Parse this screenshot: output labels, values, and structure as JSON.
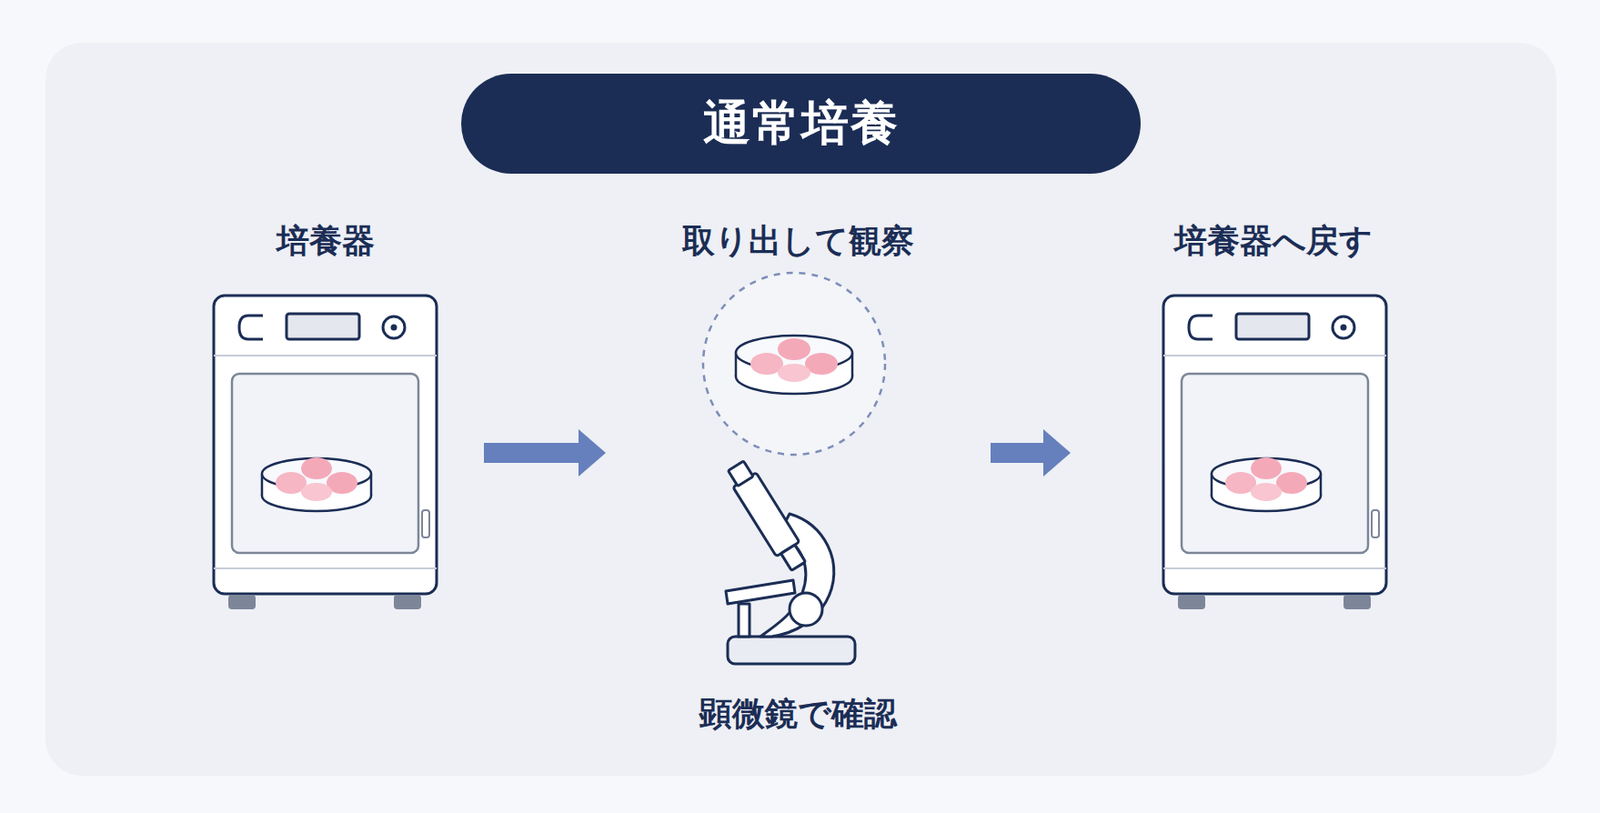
{
  "diagram": {
    "title": "通常培養",
    "nodes": [
      {
        "text": [
          "培養器"
        ]
      },
      {
        "text": [
          "取り出して観察",
          "顕微鏡で確認"
        ]
      },
      {
        "text": [
          "培養器へ戻す"
        ]
      }
    ],
    "edges": [
      {
        "from": 0,
        "to": 1,
        "arrow": "to"
      },
      {
        "from": 1,
        "to": 2,
        "arrow": "to"
      }
    ]
  }
}
